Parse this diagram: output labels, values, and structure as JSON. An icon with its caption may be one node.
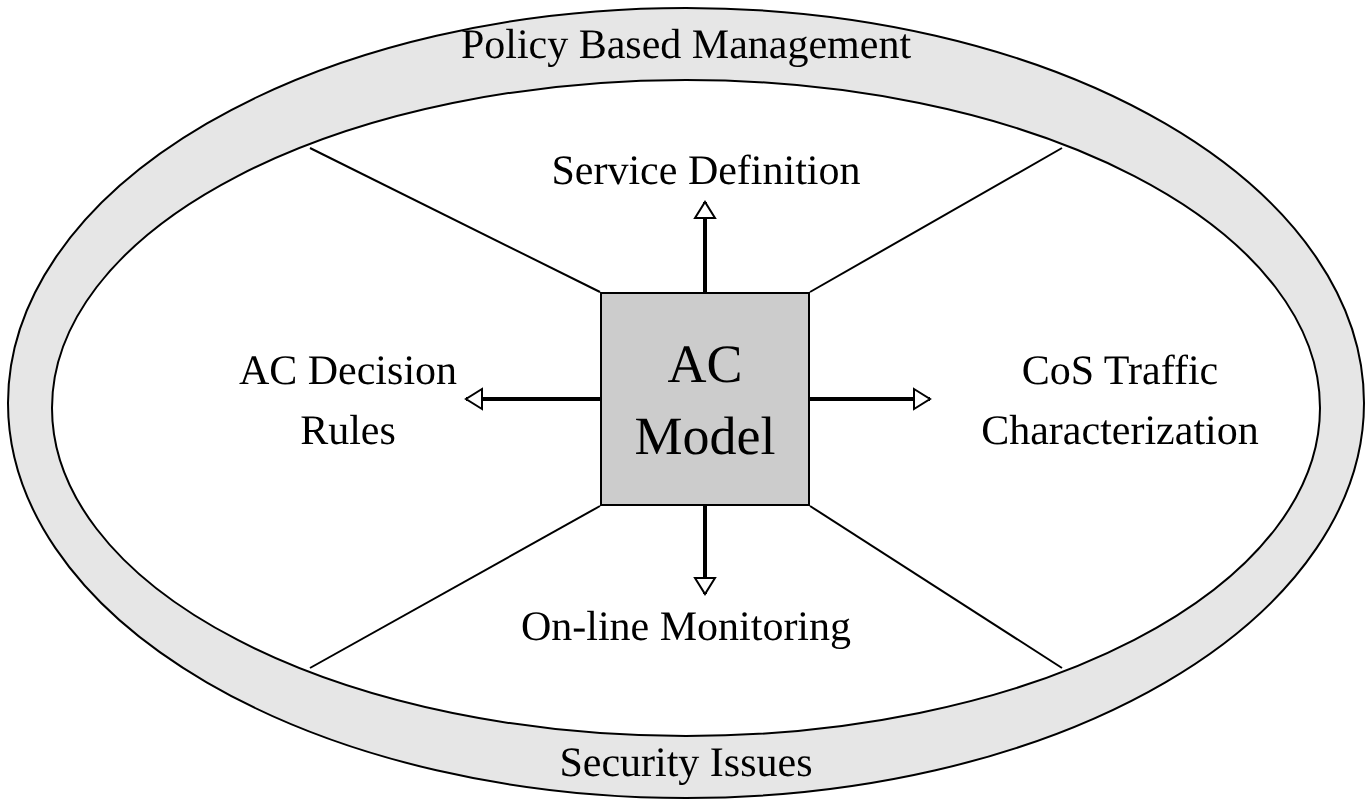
{
  "diagram": {
    "nodes": [
      {
        "text": [
          "Policy Based Management",
          "Security Issues"
        ]
      },
      {
        "text": [],
        "shape": "ellipse",
        "in": 0
      },
      {
        "text": [
          "Service Definition"
        ],
        "in": 1
      },
      {
        "text": [
          "AC Decision Rules"
        ],
        "in": 1
      },
      {
        "text": [
          "AC Model"
        ],
        "in": 1
      },
      {
        "text": [
          "CoS Traffic Characterization"
        ],
        "in": 1
      },
      {
        "text": [
          "On-line Monitoring"
        ],
        "in": 1
      }
    ],
    "edges": [
      {
        "from": 4,
        "to": 2,
        "arrow": "to"
      },
      {
        "from": 4,
        "to": 3,
        "arrow": "to"
      },
      {
        "from": 4,
        "to": 5,
        "arrow": "to"
      },
      {
        "from": 4,
        "to": 6,
        "arrow": "to"
      }
    ]
  }
}
